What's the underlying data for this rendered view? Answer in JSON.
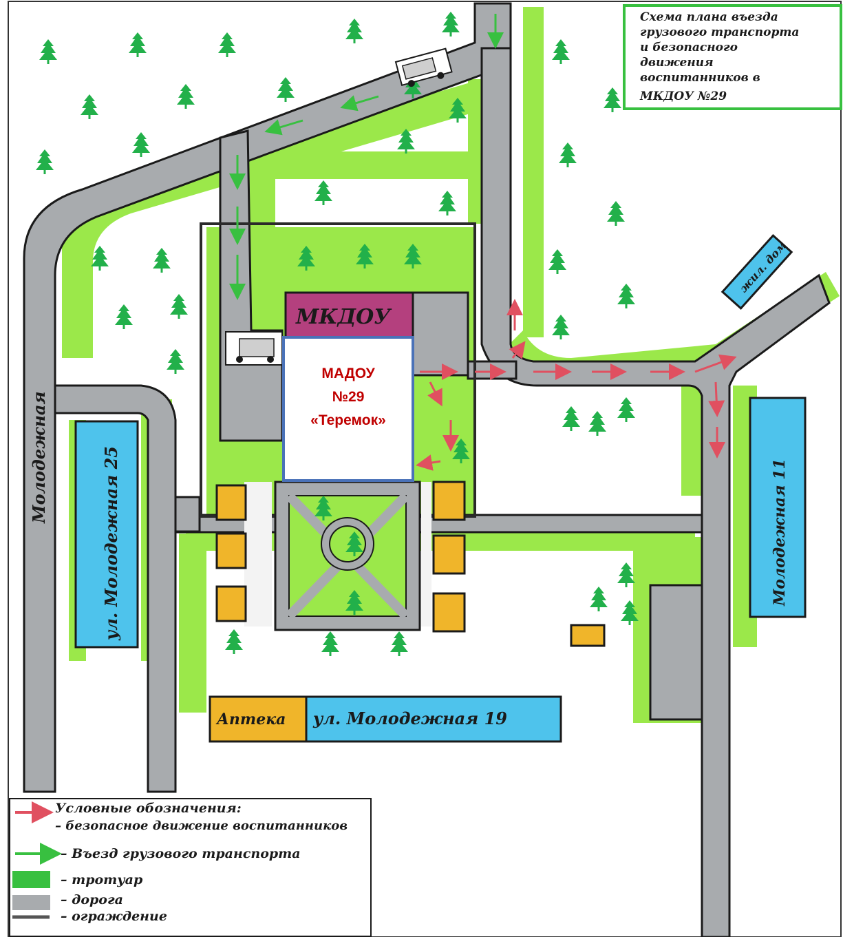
{
  "title_lines": [
    "Схема плана въезда",
    "грузового транспорта",
    "и безопасного",
    "движения",
    "воспитанников в",
    "МКДОУ №29"
  ],
  "kindergarten_label": {
    "line1": "МАДОУ",
    "line2": "№29",
    "line3": "«Теремок»"
  },
  "building_top_label": "МКДОУ",
  "labels": {
    "street_vertical_left": "Молодежная",
    "house_25": "ул. Молодежная 25",
    "house_11": "Молодежная 11",
    "house_19": "ул. Молодежная 19",
    "pharmacy": "Аптека",
    "residential": "жил. дом"
  },
  "legend": {
    "heading": "Условные обозначения:",
    "items": [
      {
        "symbol": "red-arrow",
        "text": "– безопасное движение воспитанников"
      },
      {
        "symbol": "green-arrow",
        "text": "– Въезд грузового транспорта"
      },
      {
        "symbol": "green-swatch",
        "text": "– тротуар"
      },
      {
        "symbol": "gray-swatch",
        "text": "– дорога"
      },
      {
        "symbol": "fence-line",
        "text": "– ограждение"
      }
    ]
  },
  "colors": {
    "road": "#a8abae",
    "sidewalk": "#9be84a",
    "tree": "#22b04a",
    "building_blue": "#4ec3ec",
    "building_yellow": "#f0b52a",
    "building_pink": "#b4407e",
    "safe_route": "#e05060",
    "truck_route": "#38c040",
    "outline": "#1a1a1a"
  }
}
